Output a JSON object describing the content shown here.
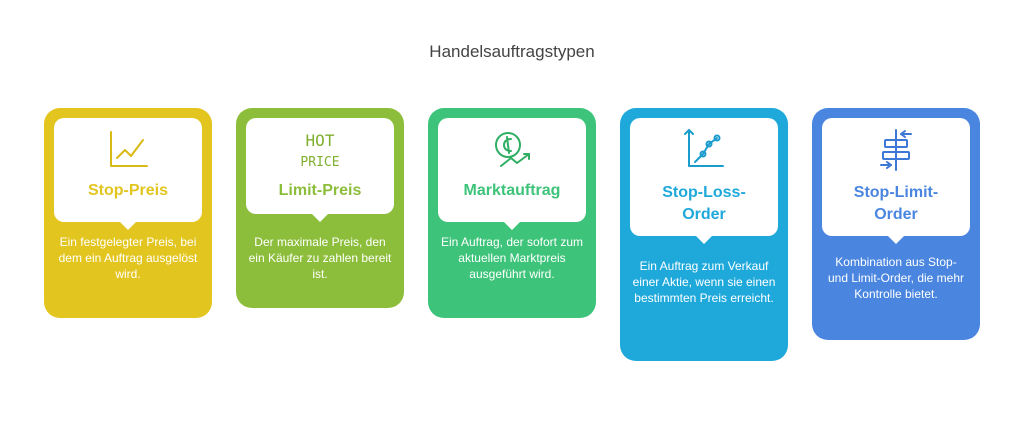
{
  "title": "Handelsauftragstypen",
  "cards": [
    {
      "label": "Stop-Preis",
      "desc": "Ein festgelegter Preis, bei dem ein Auftrag ausgelöst wird.",
      "color": "#E3C51F",
      "icon": "chart-line-icon"
    },
    {
      "label": "Limit-Preis",
      "desc": "Der maximale Preis, den ein Käufer zu zahlen bereit ist.",
      "color": "#8DBE3B",
      "icon": "hot-price-icon",
      "icon_text_1": "HOT",
      "icon_text_2": "PRICE"
    },
    {
      "label": "Marktauftrag",
      "desc": "Ein Auftrag, der sofort zum aktuellen Marktpreis ausgeführt wird.",
      "color": "#3EC47A",
      "icon": "coin-arrow-icon"
    },
    {
      "label": "Stop-Loss-Order",
      "desc": "Ein Auftrag zum Verkauf einer Aktie, wenn sie einen bestimmten Preis erreicht.",
      "color": "#1FA9DB",
      "icon": "trend-chart-icon"
    },
    {
      "label": "Stop-Limit-Order",
      "desc": "Kombination aus Stop- und Limit-Order, die mehr Kontrolle bietet.",
      "color": "#4A86E0",
      "icon": "align-arrows-icon"
    }
  ]
}
